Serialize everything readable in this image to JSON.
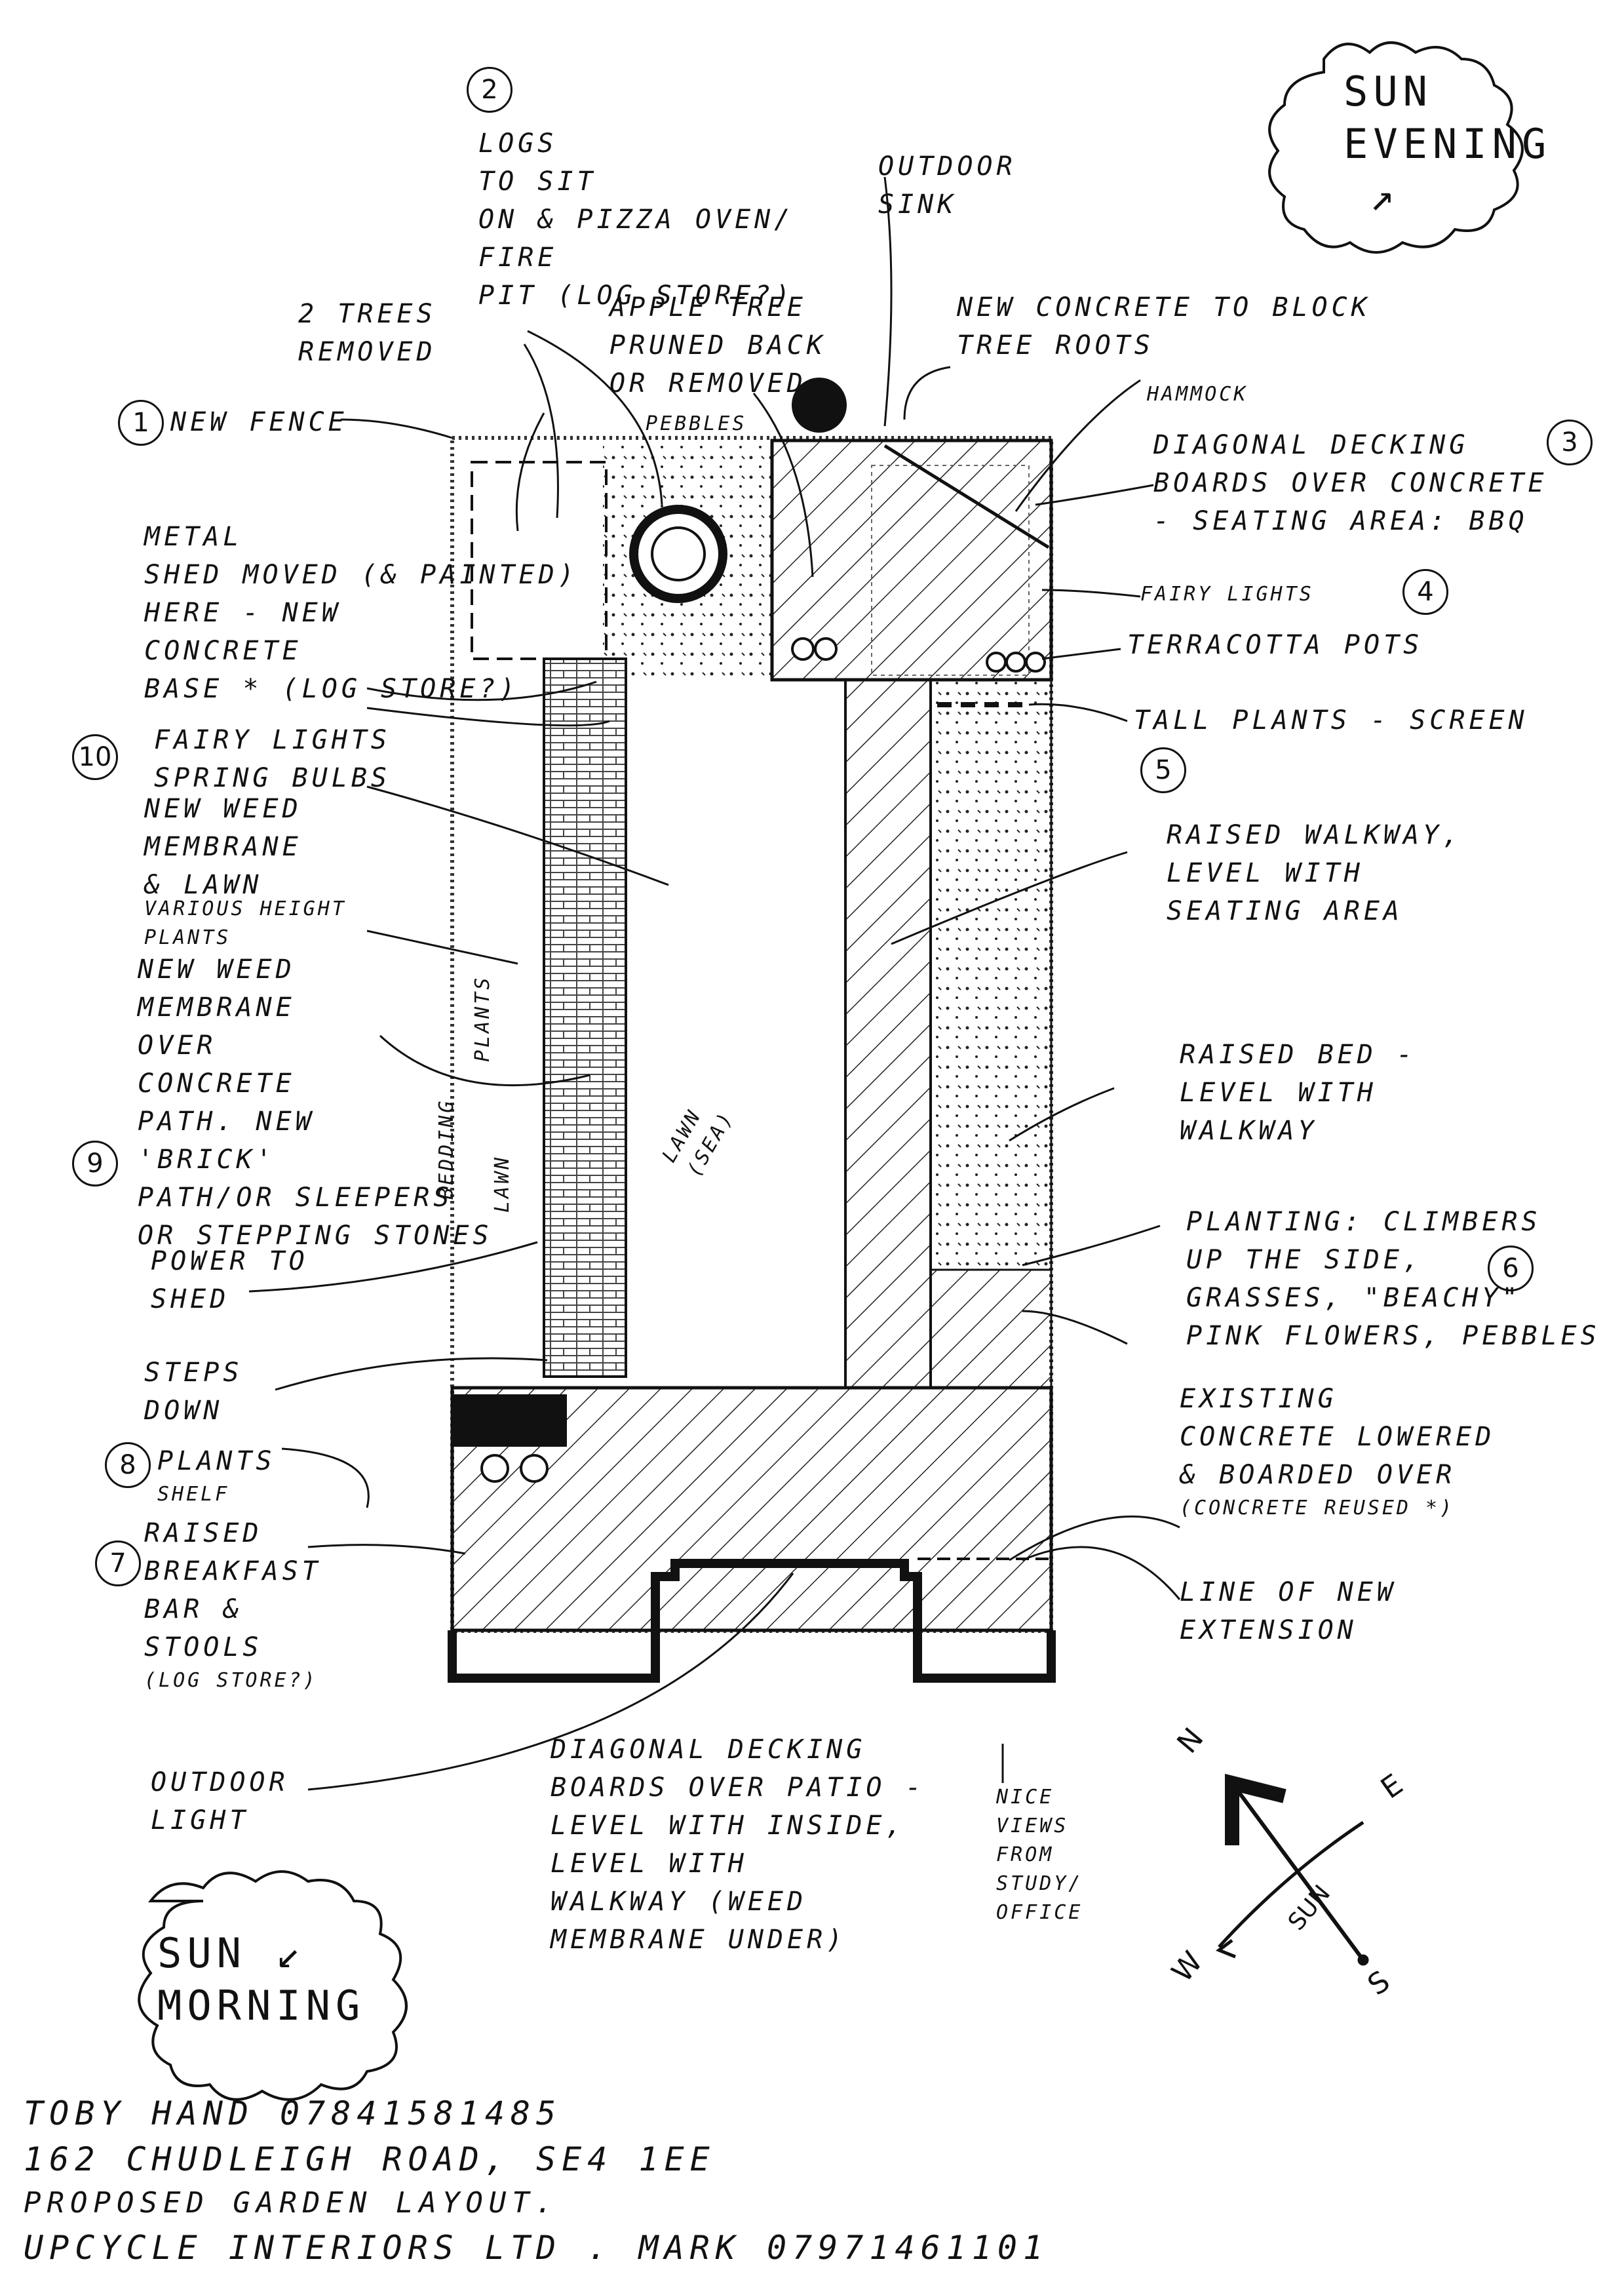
{
  "sun_evening": {
    "line1": "SUN",
    "line2": "EVENING",
    "arrow": "↗"
  },
  "sun_morning": {
    "line1": "SUN",
    "line2": "MORNING",
    "arrow": "↙"
  },
  "labels": {
    "new_fence": "NEW FENCE",
    "new_fence_num": "1",
    "logs_num": "2",
    "logs": [
      "LOGS",
      "TO SIT",
      "ON & PIZZA OVEN/",
      "FIRE",
      "PIT (LOG STORE?)"
    ],
    "two_trees": [
      "2 TREES",
      "REMOVED"
    ],
    "apple_tree": [
      "APPLE TREE",
      "PRUNED BACK",
      "OR REMOVED"
    ],
    "pebbles": "PEBBLES",
    "outdoor_sink": [
      "OUTDOOR",
      "SINK"
    ],
    "new_concrete": [
      "NEW CONCRETE TO BLOCK",
      "TREE ROOTS"
    ],
    "hammock": "HAMMOCK",
    "diagonal_decking_top": [
      "DIAGONAL DECKING",
      "BOARDS OVER CONCRETE",
      "- SEATING AREA: BBQ"
    ],
    "diagonal_decking_top_num": "3",
    "metal_shed": [
      "METAL",
      "SHED MOVED (& PAINTED)",
      "HERE - NEW",
      "CONCRETE",
      "BASE * (LOG STORE?)"
    ],
    "fairy_lights_right": "FAIRY LIGHTS",
    "fairy_lights_right_num": "4",
    "terracotta_pots": "TERRACOTTA POTS",
    "fairy_lights_left": [
      "FAIRY LIGHTS",
      "SPRING BULBS"
    ],
    "fairy_lights_left_num": "10",
    "tall_plants": "TALL PLANTS - SCREEN",
    "tall_plants_num": "5",
    "weed_lawn": [
      "NEW WEED",
      "MEMBRANE",
      "& LAWN"
    ],
    "various_height": [
      "VARIOUS HEIGHT",
      "PLANTS"
    ],
    "weed_concrete": [
      "NEW WEED",
      "MEMBRANE",
      "OVER",
      "CONCRETE",
      "PATH. NEW",
      "'BRICK'",
      "PATH/OR SLEEPERS",
      "OR STEPPING STONES"
    ],
    "weed_concrete_num": "9",
    "raised_walkway": [
      "RAISED WALKWAY,",
      "LEVEL WITH",
      "SEATING AREA"
    ],
    "raised_bed": [
      "RAISED BED -",
      "LEVEL WITH",
      "WALKWAY"
    ],
    "power_to_shed": [
      "POWER TO",
      "SHED"
    ],
    "planting": [
      "PLANTING: CLIMBERS",
      "UP THE SIDE,",
      "GRASSES, \"BEACHY\"",
      "PINK FLOWERS, PEBBLES"
    ],
    "planting_num": "6",
    "steps_down": [
      "STEPS",
      "DOWN"
    ],
    "existing_concrete": [
      "EXISTING",
      "CONCRETE LOWERED",
      "& BOARDED OVER",
      "(CONCRETE REUSED *)"
    ],
    "plants_shelf": [
      "PLANTS",
      "SHELF"
    ],
    "plants_shelf_num": "8",
    "breakfast_bar": [
      "RAISED",
      "BREAKFAST",
      "BAR &",
      "STOOLS",
      "(LOG STORE?)"
    ],
    "breakfast_bar_num": "7",
    "line_extension": [
      "LINE OF NEW",
      "EXTENSION"
    ],
    "outdoor_light": [
      "OUTDOOR",
      "LIGHT"
    ],
    "diagonal_decking_patio": [
      "DIAGONAL DECKING",
      "BOARDS OVER PATIO -",
      "LEVEL WITH INSIDE,",
      "LEVEL WITH",
      "WALKWAY (WEED",
      "MEMBRANE UNDER)"
    ],
    "nice_views": [
      "NICE",
      "VIEWS",
      "FROM",
      "STUDY/",
      "OFFICE"
    ],
    "bedding": "BEDDING",
    "plants_vertical": "PLANTS",
    "lawn_vertical": "LAWN",
    "lawn_sea": [
      "LAWN",
      "(SEA)"
    ]
  },
  "compass": {
    "n": "N",
    "e": "E",
    "s": "S",
    "w": "W",
    "sun": "SUN"
  },
  "footer": {
    "line1": "TOBY HAND 07841581485",
    "line2": "162 CHUDLEIGH ROAD, SE4 1EE",
    "line3": "PROPOSED GARDEN LAYOUT.",
    "line4": "UPCYCLE INTERIORS LTD . MARK 07971461101"
  }
}
